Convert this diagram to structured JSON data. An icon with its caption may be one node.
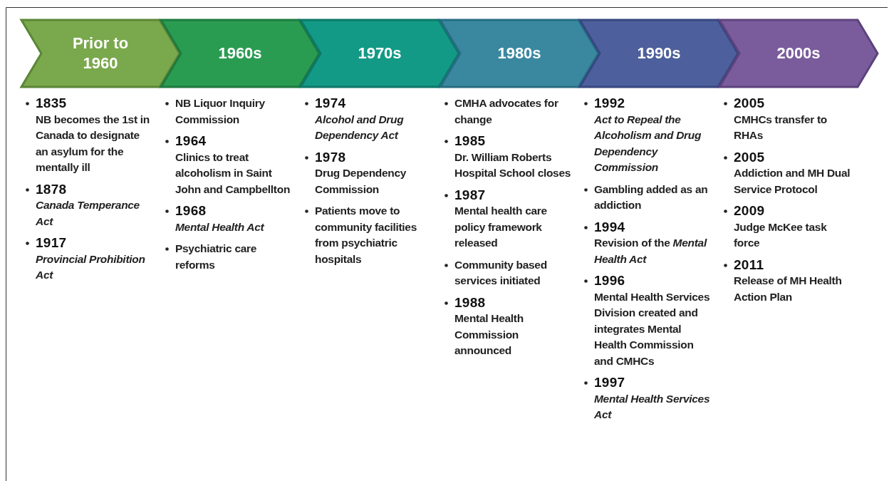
{
  "diagram": {
    "nodes": [
      {
        "text": [
          "Prior to 1960"
        ],
        "beside": [
          "**1835** NB becomes the 1st in Canada to designate an asylum for the mentally ill",
          "**1878** *Canada Temperance Act*",
          "**1917** *Provincial Prohibition Act*"
        ]
      },
      {
        "text": [
          "1960s"
        ],
        "beside": [
          "NB Liquor Inquiry Commission",
          "**1964** Clinics to treat alcoholism in Saint John and Campbellton",
          "**1968** *Mental Health Act*",
          "Psychiatric care reforms"
        ]
      },
      {
        "text": [
          "1970s"
        ],
        "beside": [
          "**1974** *Alcohol and Drug Dependency Act*",
          "**1978** Drug Dependency Commission",
          "Patients move to community facilities from psychiatric hospitals"
        ]
      },
      {
        "text": [
          "1980s"
        ],
        "beside": [
          "CMHA advocates for change",
          "**1985** Dr. William Roberts Hospital School closes",
          "**1987** Mental health care policy framework released",
          "Community based services initiated",
          "**1988** Mental Health Commission announced"
        ]
      },
      {
        "text": [
          "1990s"
        ],
        "beside": [
          "**1992** *Act to Repeal the Alcoholism and Drug Dependency Commission*",
          "Gambling added as an addiction",
          "**1994** Revision of the *Mental Health Act*",
          "**1996** Mental Health Services Division created and integrates Mental Health Commission and CMHCs",
          "**1997** *Mental Health Services Act*"
        ]
      },
      {
        "text": [
          "2000s"
        ],
        "beside": [
          "**2005** CMHCs transfer to RHAs",
          "**2005** Addiction and MH Dual Service Protocol",
          "**2009** Judge McKee task force",
          "**2011** Release of MH Health Action Plan"
        ]
      }
    ]
  }
}
